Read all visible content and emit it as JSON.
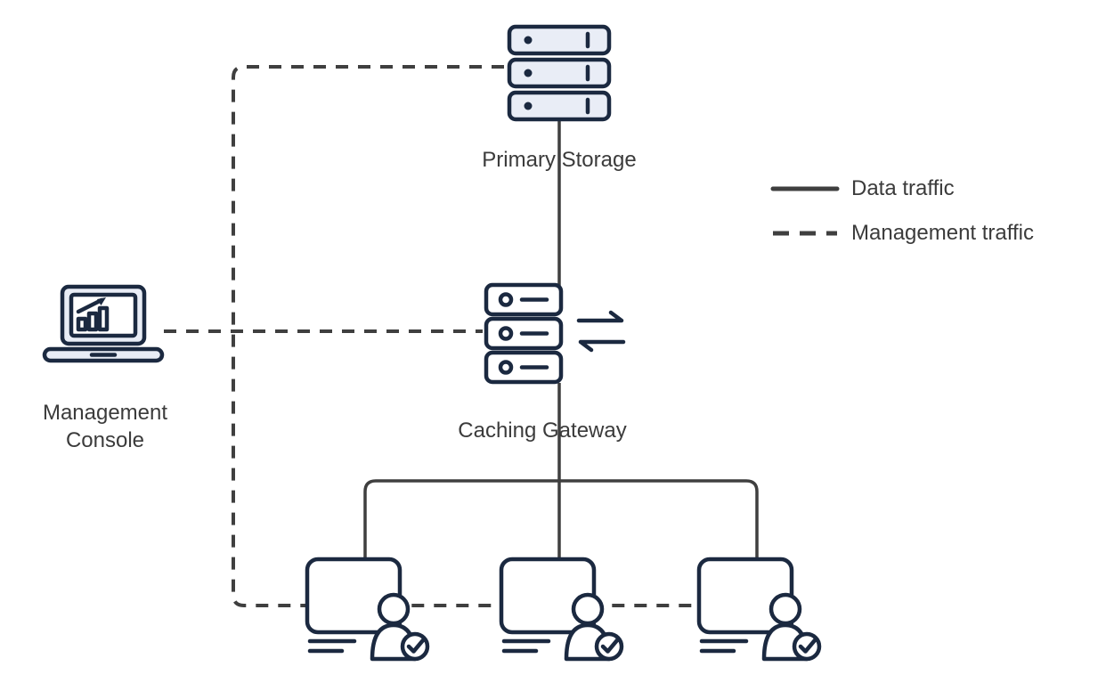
{
  "diagram": {
    "nodes": {
      "primary_storage": {
        "label": "Primary Storage",
        "icon": "server-stack"
      },
      "caching_gateway": {
        "label": "Caching Gateway",
        "icon": "gateway-server-with-transfer-arrows"
      },
      "management_console": {
        "label": "Management Console",
        "icon": "laptop-with-chart"
      },
      "workstations": {
        "count": 3,
        "icon": "desktop-user-check"
      }
    },
    "edges": [
      {
        "from": "primary_storage",
        "to": "caching_gateway",
        "traffic": "data"
      },
      {
        "from": "caching_gateway",
        "to": "workstation_1",
        "traffic": "data"
      },
      {
        "from": "caching_gateway",
        "to": "workstation_2",
        "traffic": "data"
      },
      {
        "from": "caching_gateway",
        "to": "workstation_3",
        "traffic": "data"
      },
      {
        "from": "management_console",
        "to": "caching_gateway",
        "traffic": "management"
      },
      {
        "from": "management_console",
        "to": "primary_storage",
        "traffic": "management"
      },
      {
        "from": "management_console",
        "to": "workstations",
        "traffic": "management"
      }
    ],
    "legend": [
      {
        "id": "data_traffic",
        "label": "Data traffic",
        "line_style": "solid"
      },
      {
        "id": "management_traffic",
        "label": "Management traffic",
        "line_style": "dashed"
      }
    ],
    "colors": {
      "icon_stroke": "#1b2940",
      "icon_fill": "#e9edf6",
      "line": "#3f3f3f",
      "text": "#3b3b3b",
      "background": "#ffffff"
    }
  }
}
